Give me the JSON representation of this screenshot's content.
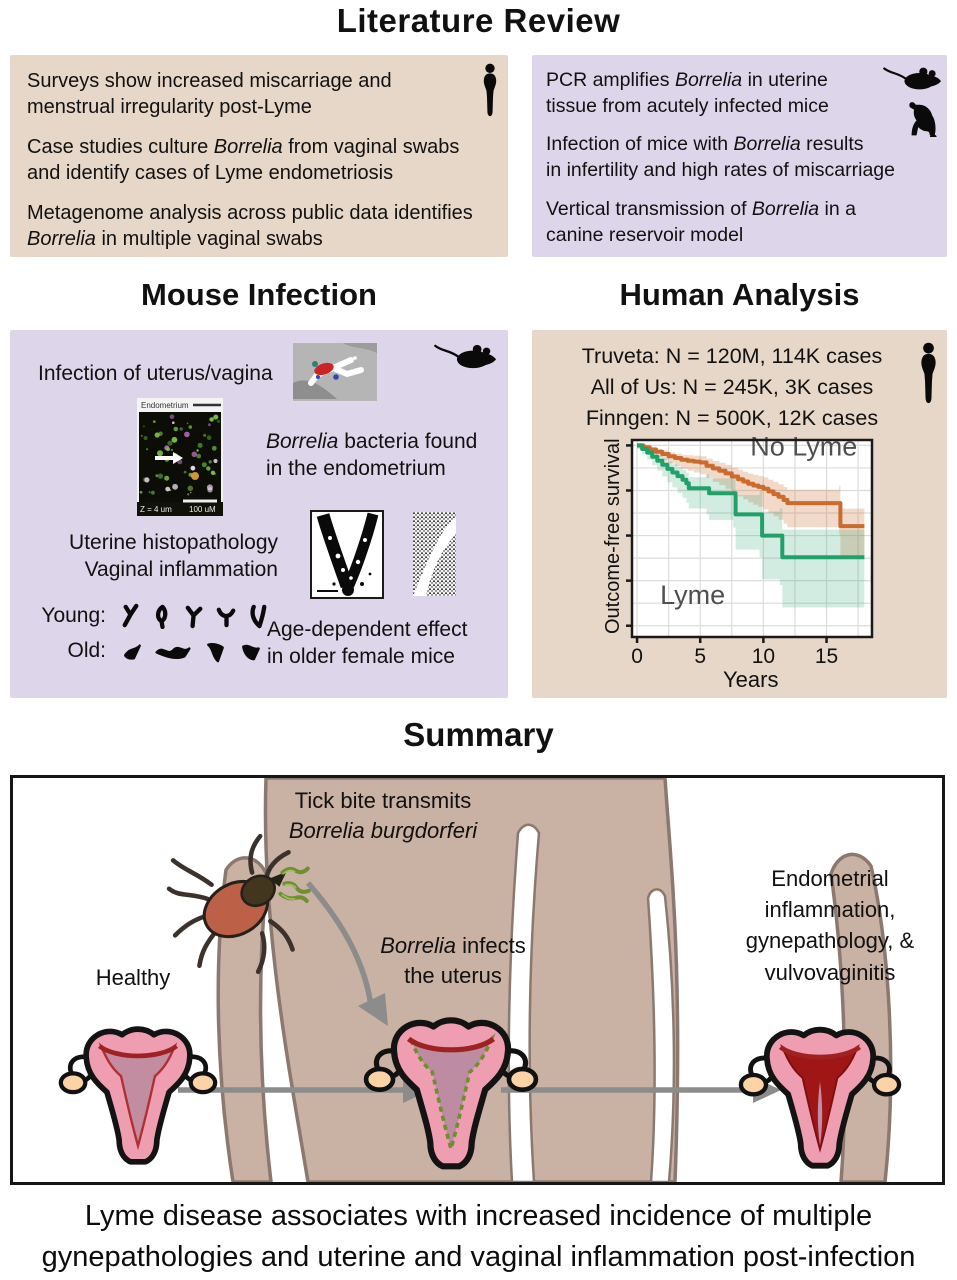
{
  "title": "Literature Review",
  "colors": {
    "human_panel_bg": "#e7d7c9",
    "animal_panel_bg": "#ddd5ea",
    "no_lyme_orange": "#cc6b2c",
    "lyme_green": "#21a06a",
    "skin": "#c9b1a4",
    "skin_outline": "#8b7970",
    "arrow_gray": "#8c8c8c"
  },
  "lit_review": {
    "human_panel": {
      "icon": "woman-icon",
      "paragraphs": [
        [
          [
            {
              "t": "Surveys show increased miscarriage and"
            }
          ],
          [
            {
              "t": "menstrual irregularity post-Lyme"
            }
          ]
        ],
        [
          [
            {
              "t": "Case studies culture "
            },
            {
              "t": "Borrelia",
              "i": true
            },
            {
              "t": " from vaginal swabs"
            }
          ],
          [
            {
              "t": "and identify cases of Lyme endometriosis"
            }
          ]
        ],
        [
          [
            {
              "t": "Metagenome analysis across public data identifies"
            }
          ],
          [
            {
              "t": "Borrelia",
              "i": true
            },
            {
              "t": " in multiple vaginal swabs"
            }
          ]
        ]
      ]
    },
    "animal_panel": {
      "icons": [
        "mouse-icon",
        "dog-icon"
      ],
      "paragraphs": [
        [
          [
            {
              "t": "PCR amplifies "
            },
            {
              "t": "Borrelia",
              "i": true
            },
            {
              "t": " in uterine"
            }
          ],
          [
            {
              "t": "tissue from acutely infected mice"
            }
          ]
        ],
        [
          [
            {
              "t": "Infection of mice with "
            },
            {
              "t": "Borrelia",
              "i": true
            },
            {
              "t": " results"
            }
          ],
          [
            {
              "t": "in infertility and high rates of miscarriage"
            }
          ]
        ],
        [
          [
            {
              "t": "Vertical transmission of "
            },
            {
              "t": "Borrelia",
              "i": true
            },
            {
              "t": " in a"
            }
          ],
          [
            {
              "t": "canine reservoir model"
            }
          ]
        ]
      ]
    }
  },
  "mouse_infection": {
    "heading": "Mouse Infection",
    "infection_label": [
      [
        {
          "t": "Infection of uterus/vagina"
        }
      ]
    ],
    "micrograph": {
      "top_label": "Endometrium",
      "z_label": "Z = 4 um",
      "scale_label": "100 uM"
    },
    "borrelia_found": [
      [
        {
          "t": "Borrelia",
          "i": true
        },
        {
          "t": " bacteria found"
        }
      ],
      [
        {
          "t": "in the endometrium"
        }
      ]
    ],
    "histology_labels": [
      [
        {
          "t": "Uterine histopathology"
        }
      ],
      [
        {
          "t": "Vaginal inflammation"
        }
      ]
    ],
    "young_label": "Young:",
    "old_label": "Old:",
    "age_effect": [
      [
        {
          "t": "Age-dependent effect"
        }
      ],
      [
        {
          "t": "in older female mice"
        }
      ]
    ]
  },
  "human_analysis": {
    "heading": "Human Analysis",
    "cohorts": [
      "Truveta: N = 120M, 114K cases",
      "All of Us: N = 245K, 3K cases",
      "Finngen: N = 500K, 12K cases"
    ]
  },
  "chart_data": {
    "type": "line",
    "subtype": "kaplan-meier-step",
    "title": "",
    "xlabel": "Years",
    "ylabel": "Outcome-free survival",
    "xlim": [
      -0.4,
      18.6
    ],
    "ylim": [
      0.575,
      1.012
    ],
    "xticks": [
      0,
      5,
      10,
      15
    ],
    "yticks": [
      1.0,
      0.9,
      0.8,
      0.7,
      0.6
    ],
    "grid": true,
    "legend_position": "in-plot-text-labels",
    "series": [
      {
        "name": "No Lyme",
        "color": "#cc6b2c",
        "band_color": "rgba(204,107,44,0.25)",
        "band_base": 0.006,
        "band_k": 0.004,
        "label_xy": [
          13.2,
          0.978
        ],
        "points": [
          [
            0,
            1.0
          ],
          [
            0.5,
            0.996
          ],
          [
            1,
            0.991
          ],
          [
            1.5,
            0.986
          ],
          [
            2,
            0.981
          ],
          [
            2.5,
            0.976
          ],
          [
            3,
            0.972
          ],
          [
            3.5,
            0.968
          ],
          [
            4,
            0.966
          ],
          [
            4.5,
            0.964
          ],
          [
            5,
            0.962
          ],
          [
            5.5,
            0.955
          ],
          [
            6,
            0.949
          ],
          [
            6.5,
            0.944
          ],
          [
            7,
            0.938
          ],
          [
            7.5,
            0.931
          ],
          [
            8,
            0.925
          ],
          [
            8.4,
            0.92
          ],
          [
            8.8,
            0.915
          ],
          [
            9.2,
            0.911
          ],
          [
            9.6,
            0.908
          ],
          [
            10,
            0.904
          ],
          [
            10.4,
            0.898
          ],
          [
            10.8,
            0.892
          ],
          [
            11.2,
            0.886
          ],
          [
            11.6,
            0.879
          ],
          [
            11.9,
            0.872
          ],
          [
            16,
            0.872
          ],
          [
            16.1,
            0.821
          ],
          [
            18,
            0.821
          ]
        ]
      },
      {
        "name": "Lyme",
        "color": "#21a06a",
        "band_color": "rgba(33,160,106,0.20)",
        "band_base": 0.008,
        "band_k": 0.009,
        "label_xy": [
          4.4,
          0.648
        ],
        "points": [
          [
            0,
            1.0
          ],
          [
            0.4,
            0.992
          ],
          [
            0.8,
            0.984
          ],
          [
            1.2,
            0.975
          ],
          [
            1.6,
            0.966
          ],
          [
            2,
            0.957
          ],
          [
            2.4,
            0.948
          ],
          [
            2.8,
            0.94
          ],
          [
            3.2,
            0.932
          ],
          [
            3.6,
            0.924
          ],
          [
            3.9,
            0.916
          ],
          [
            4.1,
            0.905
          ],
          [
            5.5,
            0.905
          ],
          [
            5.7,
            0.894
          ],
          [
            7.6,
            0.894
          ],
          [
            7.8,
            0.847
          ],
          [
            9.7,
            0.847
          ],
          [
            9.9,
            0.8
          ],
          [
            11.3,
            0.8
          ],
          [
            11.5,
            0.752
          ],
          [
            18,
            0.752
          ]
        ]
      }
    ]
  },
  "summary": {
    "heading": "Summary",
    "tick_text": [
      [
        {
          "t": "Tick bite transmits"
        }
      ],
      [
        {
          "t": "Borrelia burgdorferi",
          "i": true
        }
      ]
    ],
    "healthy_label": "Healthy",
    "infects_text": [
      [
        {
          "t": "Borrelia",
          "i": true
        },
        {
          "t": " infects"
        }
      ],
      [
        {
          "t": "the uterus"
        }
      ]
    ],
    "outcome_text": [
      [
        {
          "t": "Endometrial"
        }
      ],
      [
        {
          "t": "inflammation,"
        }
      ],
      [
        {
          "t": "gynepathology, &"
        }
      ],
      [
        {
          "t": "vulvovaginitis"
        }
      ]
    ]
  },
  "caption": [
    [
      {
        "t": "Lyme disease associates with increased incidence of multiple"
      }
    ],
    [
      {
        "t": "gynepathologies and uterine and vaginal inflammation post-infection"
      }
    ]
  ]
}
